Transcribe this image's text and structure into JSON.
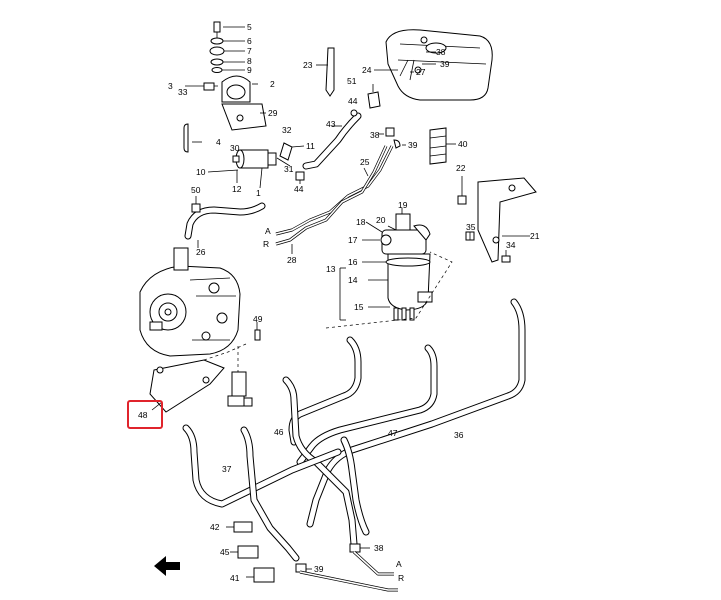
{
  "diagram": {
    "highlight_color": "#e0242c",
    "labels": {
      "p1": "1",
      "p2": "2",
      "p3": "3",
      "p4": "4",
      "p5": "5",
      "p6": "6",
      "p7": "7",
      "p8": "8",
      "p9": "9",
      "p10": "10",
      "p11": "11",
      "p12": "12",
      "p13": "13",
      "p14": "14",
      "p15": "15",
      "p16": "16",
      "p17": "17",
      "p18": "18",
      "p19": "19",
      "p20": "20",
      "p21": "21",
      "p22": "22",
      "p23": "23",
      "p24": "24",
      "p25": "25",
      "p26": "26",
      "p27": "27",
      "p28": "28",
      "p29": "29",
      "p30": "30",
      "p31": "31",
      "p32": "32",
      "p33": "33",
      "p34": "34",
      "p35": "35",
      "p36": "36",
      "p37": "37",
      "p38a": "38",
      "p38b": "38",
      "p38c": "38",
      "p39a": "39",
      "p39b": "39",
      "p39c": "39",
      "p40": "40",
      "p41": "41",
      "p42": "42",
      "p43": "43",
      "p44a": "44",
      "p44b": "44",
      "p45": "45",
      "p46": "46",
      "p47": "47",
      "p48": "48",
      "p49": "49",
      "p50": "50",
      "p51": "51",
      "ref_a1": "A",
      "ref_r1": "R",
      "ref_a2": "A",
      "ref_r2": "R"
    }
  }
}
